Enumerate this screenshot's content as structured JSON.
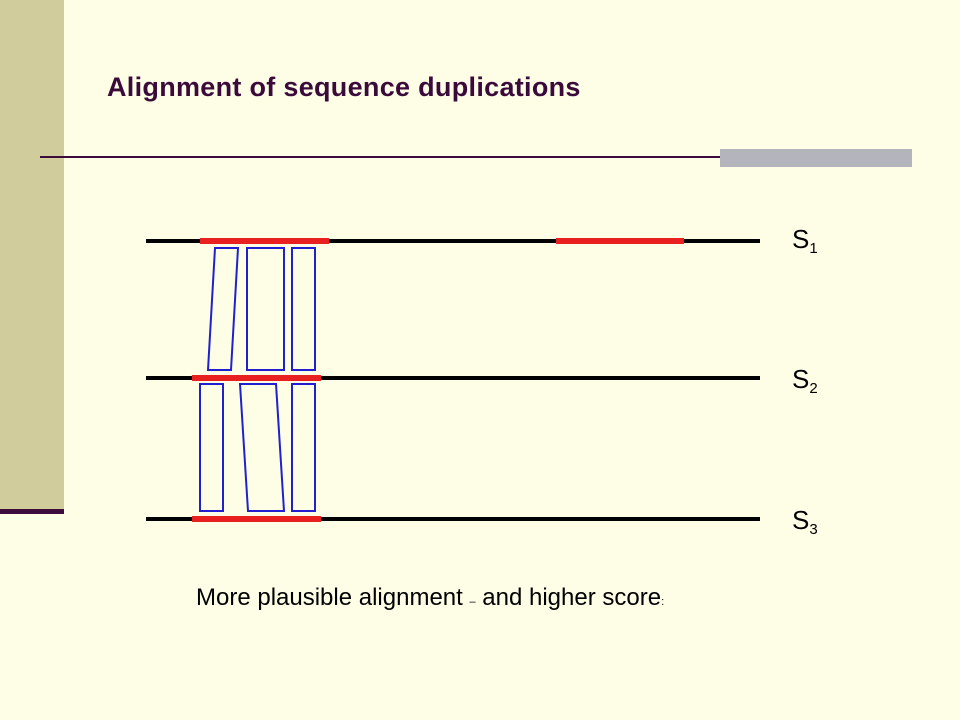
{
  "title": "Alignment of sequence duplications",
  "labels": {
    "s1": {
      "letter": "S",
      "sub": "1"
    },
    "s2": {
      "letter": "S",
      "sub": "2"
    },
    "s3": {
      "letter": "S",
      "sub": "3"
    }
  },
  "caption": {
    "part1": "More plausible alignment ",
    "dash": "–",
    "part2": " and higher score",
    "colon": ":"
  },
  "colors": {
    "background": "#fefee6",
    "sidebar": "#d0cc9c",
    "accent": "#3c0c3c",
    "rule_accent": "#b4b4bc",
    "sequence": "#000000",
    "duplication": "#e82020",
    "alignment_box": "#2020d0"
  }
}
